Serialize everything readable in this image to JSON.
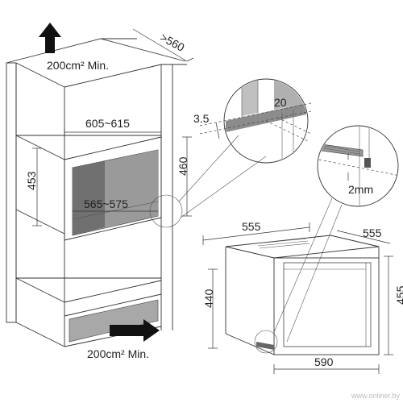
{
  "colors": {
    "line": "#333333",
    "arrow": "#111111",
    "cavity_fill": "#707070",
    "panel_fill": "#a8a8a8",
    "detail_fill": "#8c8c8c",
    "background": "#ffffff"
  },
  "labels": {
    "vent_top": "200cm² Min.",
    "vent_bottom": "200cm² Min.",
    "depth_min": ">560",
    "width_range": "605~615",
    "height_453": "453",
    "height_460": "460",
    "inner_width_range": "565~575",
    "gap_3_5": "3.5",
    "depth_20": "20",
    "gap_2mm": "2mm",
    "oven_width": "555",
    "oven_depth": "555",
    "oven_height_455": "455",
    "oven_height_440": "440",
    "oven_front_width": "590",
    "watermark": "www.onliner.by"
  },
  "icons": {
    "up_arrow": "up-arrow-icon",
    "right_arrow": "right-arrow-icon"
  }
}
